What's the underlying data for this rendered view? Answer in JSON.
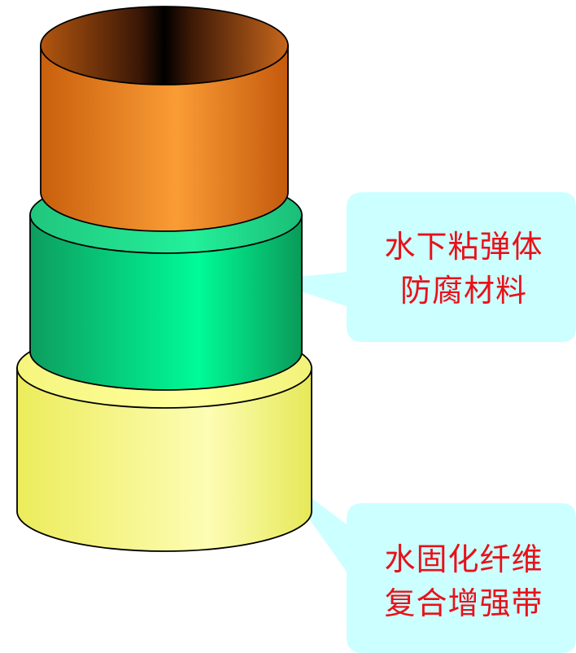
{
  "callouts": [
    {
      "lines": [
        "水下粘弹体",
        "防腐材料"
      ]
    },
    {
      "lines": [
        "水固化纤维",
        "复合增强带"
      ]
    }
  ],
  "colors": {
    "pipe_orange": "#f59a35",
    "elastomer_green": "#1de88f",
    "fiber_band_yellow": "#fdfb9c",
    "callout_fill": "#ccffff",
    "text_red": "#e8111a",
    "outline": "#000000"
  }
}
